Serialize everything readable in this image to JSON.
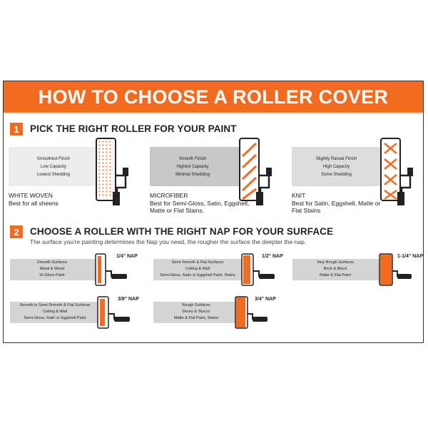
{
  "title": "HOW TO CHOOSE A ROLLER COVER",
  "colors": {
    "accent": "#f26b21",
    "frame": "#333333"
  },
  "step1": {
    "number": "1",
    "title": "PICK THE RIGHT ROLLER FOR YOUR PAINT",
    "rollers": [
      {
        "name": "WHITE WOVEN",
        "desc": [
          "Best for all sheens"
        ],
        "swatch_lines": [
          "Smoothest Finish",
          "Low Capacity",
          "Lowest Shedding"
        ]
      },
      {
        "name": "MICROFIBER",
        "desc": [
          "Best for Semi-Gloss, Satin, Eggshell,",
          "Matte or Flat Stains."
        ],
        "swatch_lines": [
          "Smooth Finish",
          "Highest Capacity",
          "Minimal Shedding"
        ]
      },
      {
        "name": "KNIT",
        "desc": [
          "Best for Satin, Eggshell, Matte or",
          "Flat Stains"
        ],
        "swatch_lines": [
          "Slightly Raised Finish",
          "High Capacity",
          "Some Shedding"
        ]
      }
    ]
  },
  "step2": {
    "number": "2",
    "title": "CHOOSE A ROLLER WITH THE RIGHT NAP FOR YOUR SURFACE",
    "subtitle": "The surface you're painting determines the Nap you need, the rougher the surface the deepter the nap.",
    "naps": [
      {
        "nap": "1/4\" NAP",
        "lines": [
          "Smooth Surfaces",
          "Metal & Wood",
          "Hi-Gloss Paint"
        ]
      },
      {
        "nap": "1/2\" NAP",
        "lines": [
          "Semi-Smooth & Flat Surfaces",
          "Ceiling & Wall",
          "Semi-Gloss, Satin or Eggshell Paint, Stains"
        ]
      },
      {
        "nap": "1-1/4\" NAP",
        "lines": [
          "Very Rough Surfaces",
          "Brick & Block",
          "Matte & Flat Paint"
        ]
      },
      {
        "nap": "3/8\" NAP",
        "lines": [
          "Smooth to Semi-Smooth & Flat Surfaces",
          "Ceiling & Wall",
          "Semi-Gloss, Satin or Eggshell Paint"
        ]
      },
      {
        "nap": "3/4\" NAP",
        "lines": [
          "Rough Surfaces",
          "Decks & Stucco",
          "Matte & Flat Paint, Stains"
        ]
      }
    ]
  }
}
